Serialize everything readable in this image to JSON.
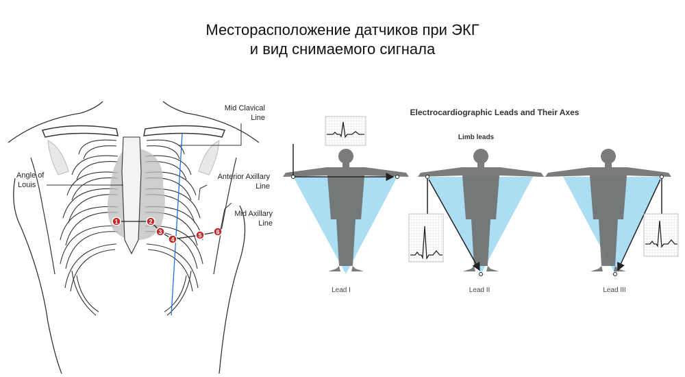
{
  "title": {
    "line1": "Месторасположение датчиков при ЭКГ",
    "line2": "и вид снимаемого сигнала"
  },
  "chest": {
    "labels": {
      "mid_clavical_1": "Mid Clavical",
      "mid_clavical_2": "Line",
      "angle_louis_1": "Angle of",
      "angle_louis_2": "Louis",
      "anterior_axillary_1": "Anterior Axillary",
      "anterior_axillary_2": "Line",
      "mid_axillary_1": "Mid Axillary",
      "mid_axillary_2": "Line"
    },
    "electrodes": [
      "1",
      "2",
      "3",
      "4",
      "5",
      "6"
    ],
    "colors": {
      "electrode": "#c62828",
      "clavicle_line": "#1e6fd9",
      "heart": "#bdbdbd"
    }
  },
  "leads": {
    "heading": "Electrocardiographic Leads and Their Axes",
    "subheading": "Limb leads",
    "captions": [
      "Lead I",
      "Lead II",
      "Lead III"
    ],
    "colors": {
      "triangle": "#8fd3ee",
      "figure": "#6d6d6d"
    }
  }
}
